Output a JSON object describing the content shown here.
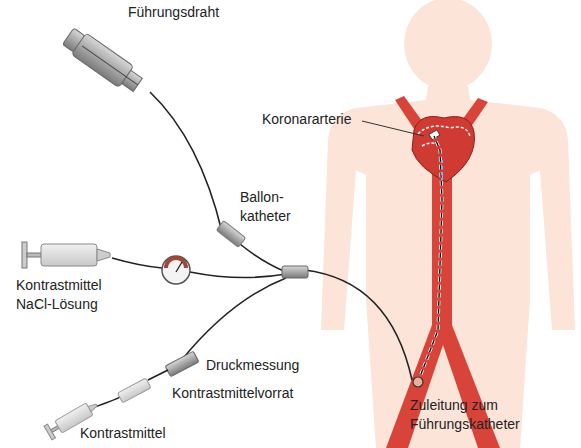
{
  "diagram": {
    "labels": [
      "Koronararterie",
      "Führungsdraht",
      "Ballon- katheter",
      "Kontrastmittel NaCl-Lösung",
      "Druckmessung",
      "Kontrastmittelvorrat",
      "Kontrastmittel",
      "Zuleitung zum Führungskatheter"
    ]
  }
}
